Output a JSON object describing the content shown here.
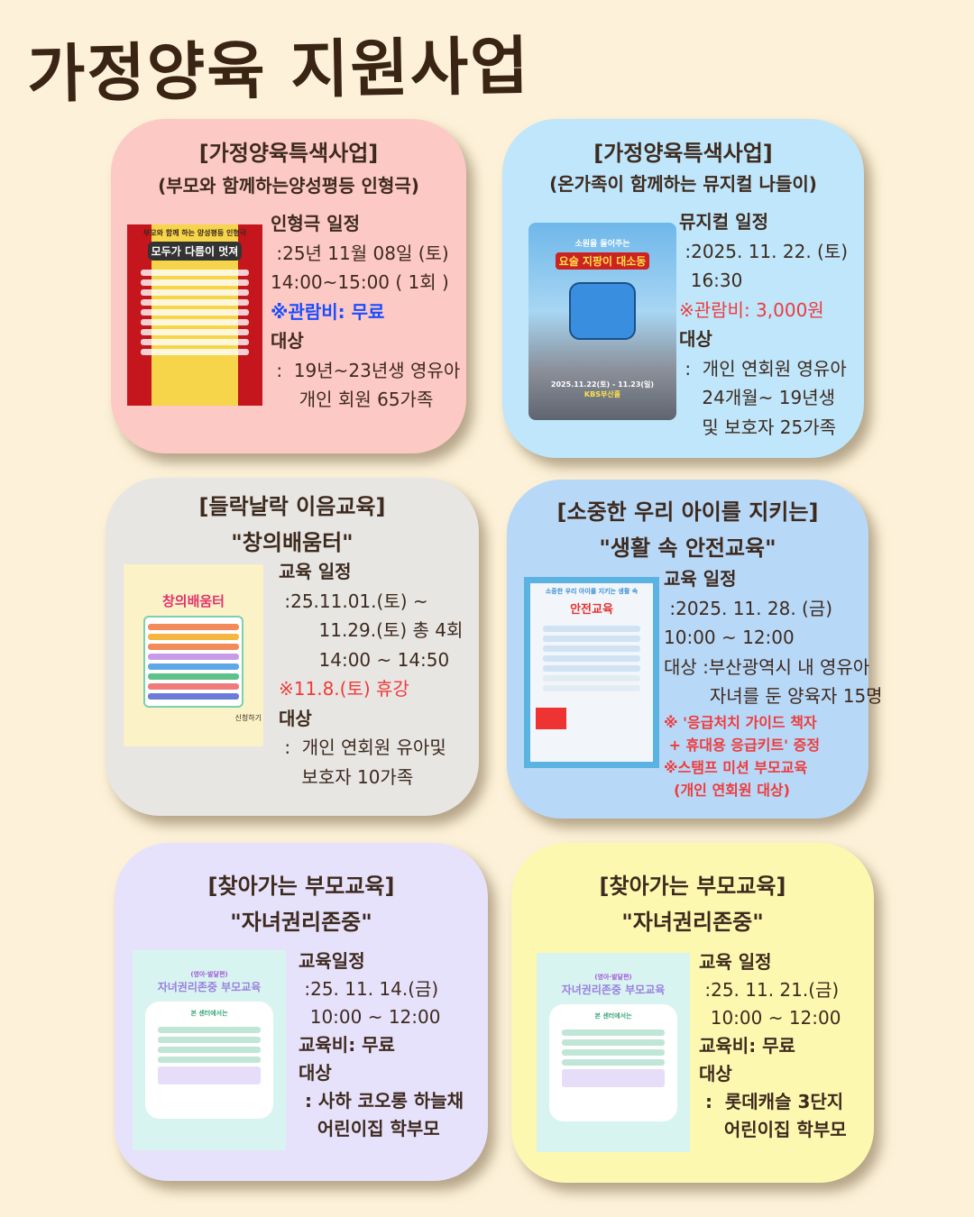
{
  "page_title": "가정양육 지원사업",
  "cards": [
    {
      "title": "[가정양육특색사업]",
      "subtitle": "(부모와 함께하는양성평등 인형극)",
      "poster": {
        "title": "모두가 다름이 멋져",
        "caption": "부모와 함께 하는 양성평등 인형극"
      },
      "lines": [
        "인형극 일정",
        " :25년 11월 08일 (토)",
        "14:00~15:00 ( 1회 )",
        "※관람비: 무료",
        "대상",
        " :  19년~23년생 영유아",
        "     개인 회원 65가족"
      ],
      "bg": "#fdc9c5"
    },
    {
      "title": "[가정양육특색사업]",
      "subtitle": "(온가족이 함께하는 뮤지컬 나들이)",
      "poster": {
        "title": "요술 지팡이 대소동",
        "caption": "소원을 들어주는",
        "date": "2025.11.22(토) - 11.23(일)",
        "venue": "KBS부산홀"
      },
      "lines": [
        "뮤지컬 일정",
        " :2025. 11. 22. (토)",
        "  16:30",
        "※관람비: 3,000원",
        "대상",
        " :  개인 연회원 영유아",
        "    24개월~ 19년생",
        "    및 보호자 25가족"
      ],
      "bg": "#bfe6fb"
    },
    {
      "title": "[들락날락 이음교육]",
      "subtitle": "\"창의배움터\"",
      "poster": {
        "title": "창의배움터",
        "side": "신청하기"
      },
      "lines": [
        "교육 일정",
        " :25.11.01.(토) ~",
        "       11.29.(토) 총 4회",
        "       14:00 ~ 14:50",
        "※11.8.(토) 휴강",
        "대상",
        " :  개인 연회원 유아및",
        "    보호자 10가족"
      ],
      "bg": "#e7e6e3"
    },
    {
      "title": "[소중한 우리 아이를 지키는]",
      "subtitle": "\"생활 속 안전교육\"",
      "poster": {
        "title": "안전교육",
        "caption": "소중한 우리 아이를 지키는 생활 속"
      },
      "lines": [
        "교육 일정",
        " :2025. 11. 28. (금)",
        "10:00 ~ 12:00",
        "대상 :부산광역시 내 영유아",
        "        자녀를 둔 양육자 15명"
      ],
      "notes": [
        "※ '응급처치 가이드 책자",
        " + 휴대용 응급키트' 증정",
        "※스탬프 미션 부모교육",
        "  (개인 연회원 대상)"
      ],
      "bg": "#b8d8f8"
    },
    {
      "title": "[찾아가는 부모교육]",
      "subtitle": "\"자녀권리존중\"",
      "poster": {
        "title": "자녀권리존중 부모교육",
        "caption": "(영아·발달편)",
        "body": "본 센터에서는"
      },
      "lines": [
        "교육일정",
        " :25. 11. 14.(금)",
        "  10:00 ~ 12:00",
        "교육비: 무료",
        "대상",
        " : 사하 코오롱 하늘채",
        "   어린이집 학부모"
      ],
      "bg": "#e7e2fb"
    },
    {
      "title": "[찾아가는 부모교육]",
      "subtitle": "\"자녀권리존중\"",
      "poster": {
        "title": "자녀권리존중 부모교육",
        "caption": "(영아·발달편)",
        "body": "본 센터에서는"
      },
      "lines": [
        "교육 일정",
        " :25. 11. 21.(금)",
        "  10:00 ~ 12:00",
        "교육비: 무료",
        "대상",
        " :  롯데캐슬 3단지",
        "    어린이집 학부모"
      ],
      "bg": "#fdf8b0"
    }
  ]
}
